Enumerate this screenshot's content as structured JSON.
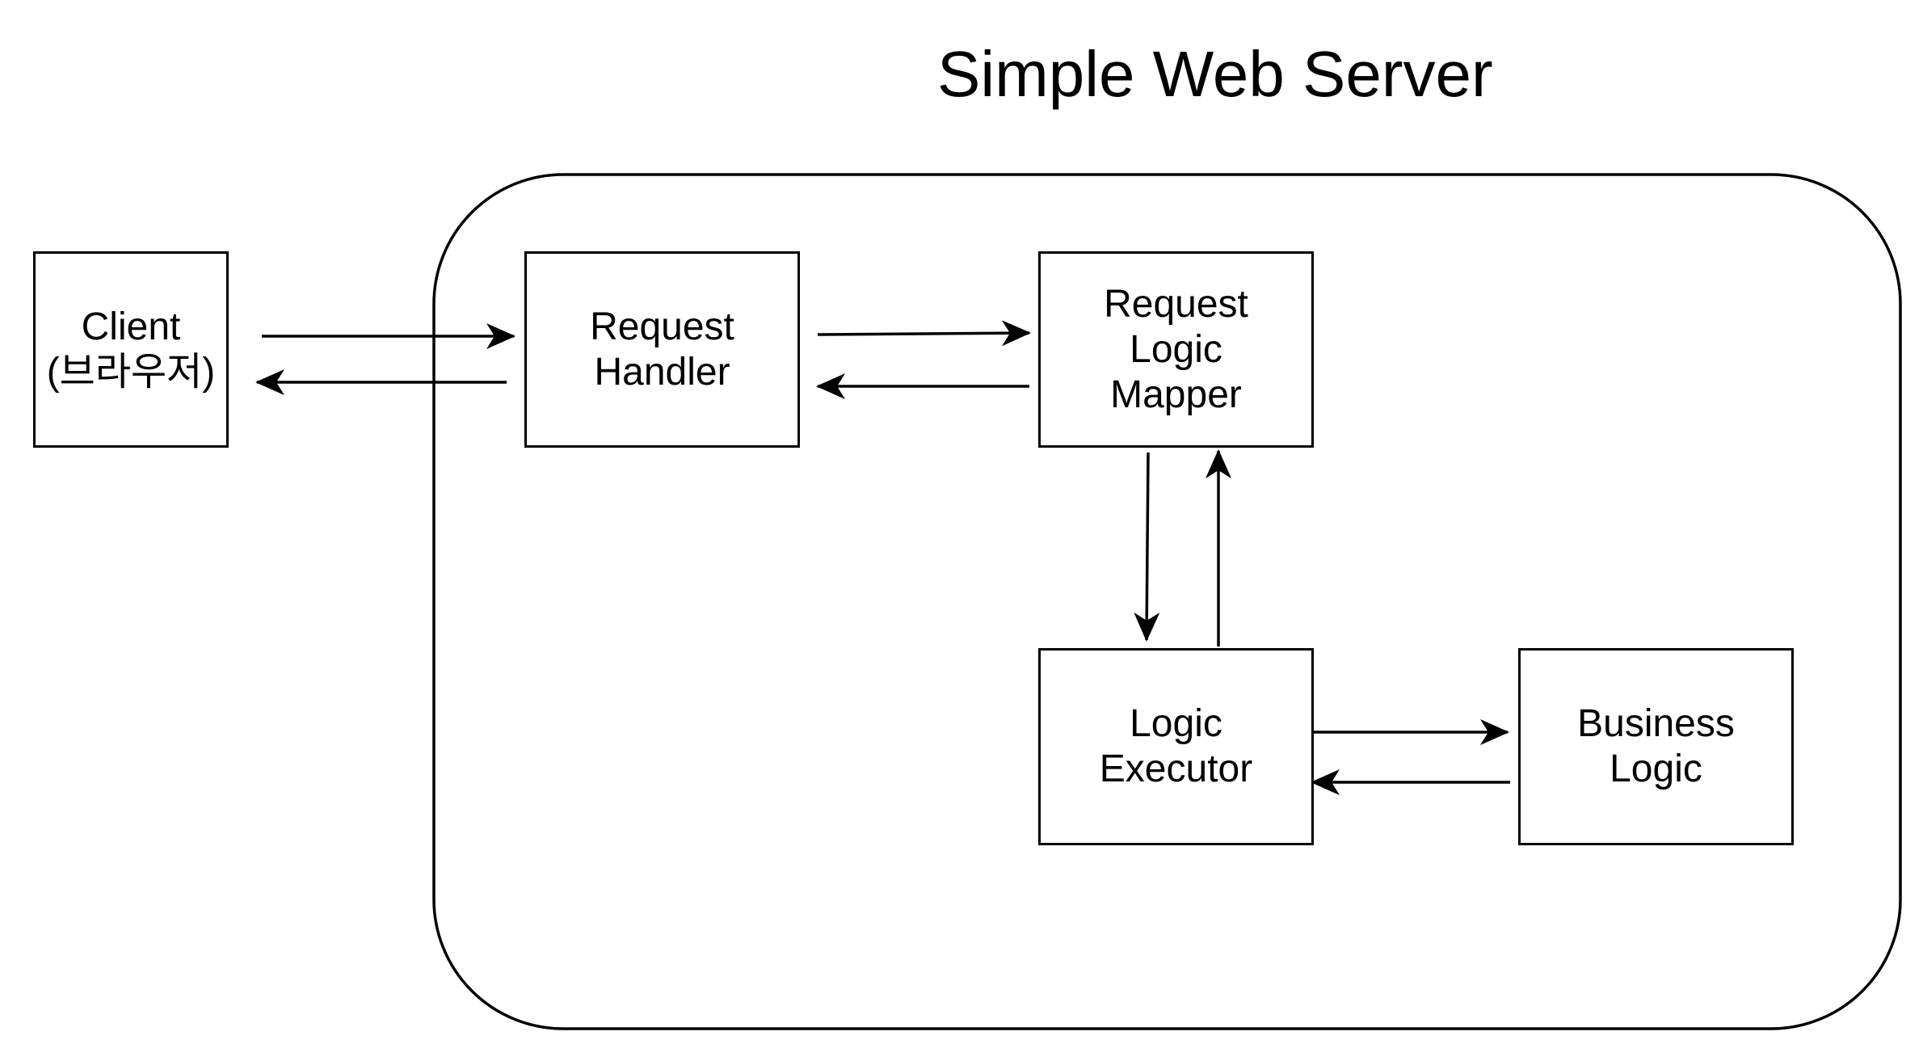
{
  "diagram": {
    "title": "Simple Web Server",
    "nodes": {
      "client": "Client\n(브라우저)",
      "request_handler": "Request\nHandler",
      "request_logic_mapper": "Request\nLogic\nMapper",
      "logic_executor": "Logic\nExecutor",
      "business_logic": "Business\nLogic"
    },
    "colors": {
      "stroke": "#000000",
      "background": "#ffffff"
    }
  }
}
